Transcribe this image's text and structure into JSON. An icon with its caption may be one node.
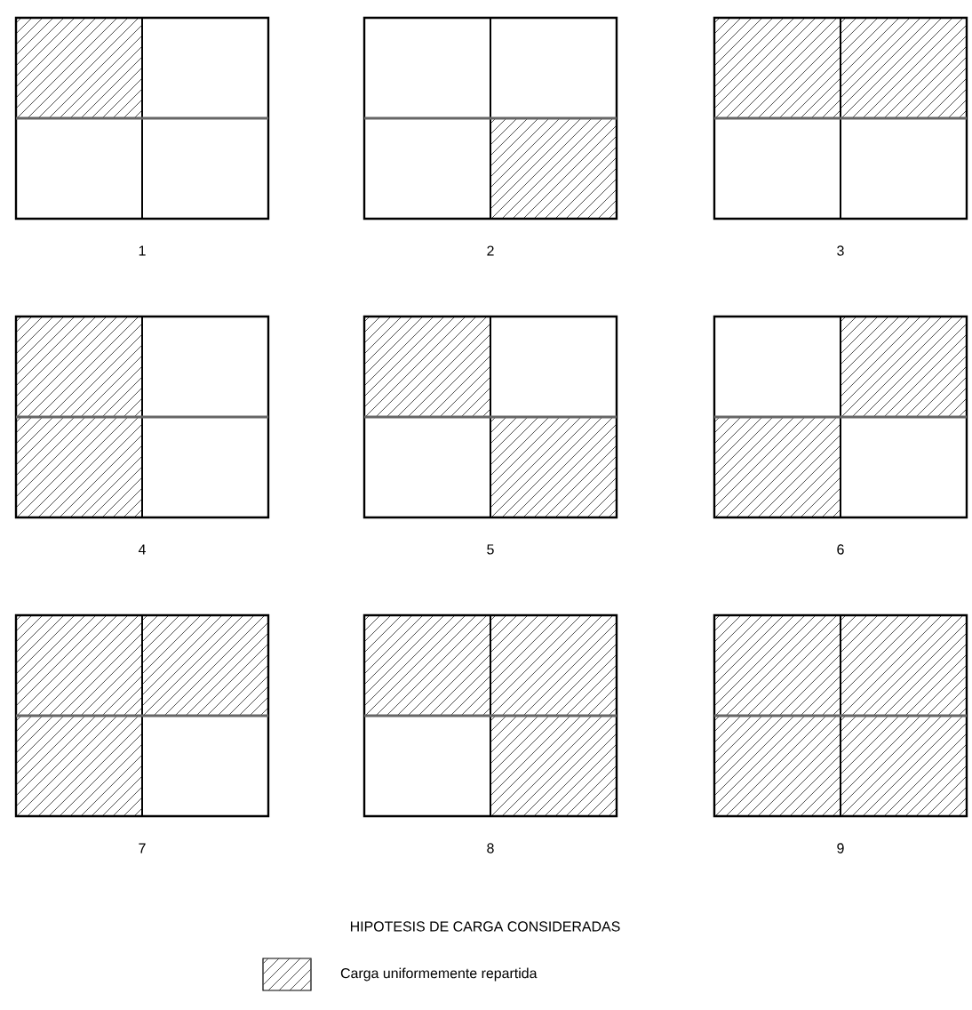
{
  "diagram": {
    "title": "HIPOTESIS DE CARGA CONSIDERADAS",
    "nodes": [
      {
        "text": [],
        "shape": "box",
        "beside": [
          "1"
        ]
      },
      {
        "text": [],
        "shape": "box",
        "beside": [
          "2"
        ]
      },
      {
        "text": [],
        "shape": "box",
        "beside": [
          "3"
        ]
      },
      {
        "text": [],
        "shape": "box",
        "beside": [
          "4"
        ]
      },
      {
        "text": [],
        "shape": "box",
        "beside": [
          "5"
        ]
      },
      {
        "text": [],
        "shape": "box",
        "beside": [
          "6"
        ]
      },
      {
        "text": [],
        "shape": "box",
        "beside": [
          "7"
        ]
      },
      {
        "text": [],
        "shape": "box",
        "beside": [
          "8"
        ]
      },
      {
        "text": [],
        "shape": "box",
        "beside": [
          "9"
        ]
      }
    ],
    "legend": [
      {
        "text": "Carga uniformemente repartida"
      }
    ]
  }
}
